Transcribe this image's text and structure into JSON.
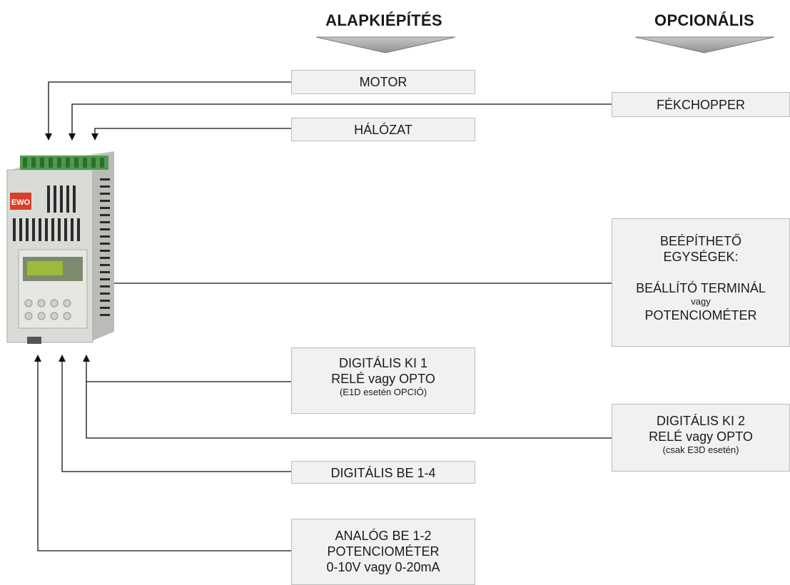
{
  "headers": {
    "base": "ALAPKIÉPÍTÉS",
    "optional": "OPCIONÁLIS"
  },
  "device": {
    "logo": "EWO"
  },
  "base_boxes": {
    "motor": "MOTOR",
    "network": "HÁLÓZAT",
    "dig_out1": {
      "line1": "DIGITÁLIS KI 1",
      "line2": "RELÉ vagy OPTO",
      "note": "(E1D esetén OPCIÓ)"
    },
    "dig_in": "DIGITÁLIS BE 1-4",
    "analog_in": {
      "line1": "ANALÓG BE 1-2",
      "line2": "POTENCIOMÉTER",
      "line3": "0-10V vagy 0-20mA"
    }
  },
  "optional_boxes": {
    "brake": "FÉKCHOPPER",
    "builtin": {
      "line1": "BEÉPÍTHETŐ",
      "line2": "EGYSÉGEK:",
      "line3": "BEÁLLÍTÓ TERMINÁL",
      "small": "vagy",
      "line4": "POTENCIOMÉTER"
    },
    "dig_out2": {
      "line1": "DIGITÁLIS KI 2",
      "line2": "RELÉ vagy OPTO",
      "note": "(csak E3D esetén)"
    }
  },
  "colors": {
    "box_fill": "#f1f1f1",
    "box_border": "#bdbdbd",
    "arrow_gray": "#a8a8a8",
    "device_body": "#d9dbd7",
    "terminal_green": "#4e9a4e",
    "lcd_green": "#9dbb3b",
    "logo_red": "#d8402a"
  }
}
